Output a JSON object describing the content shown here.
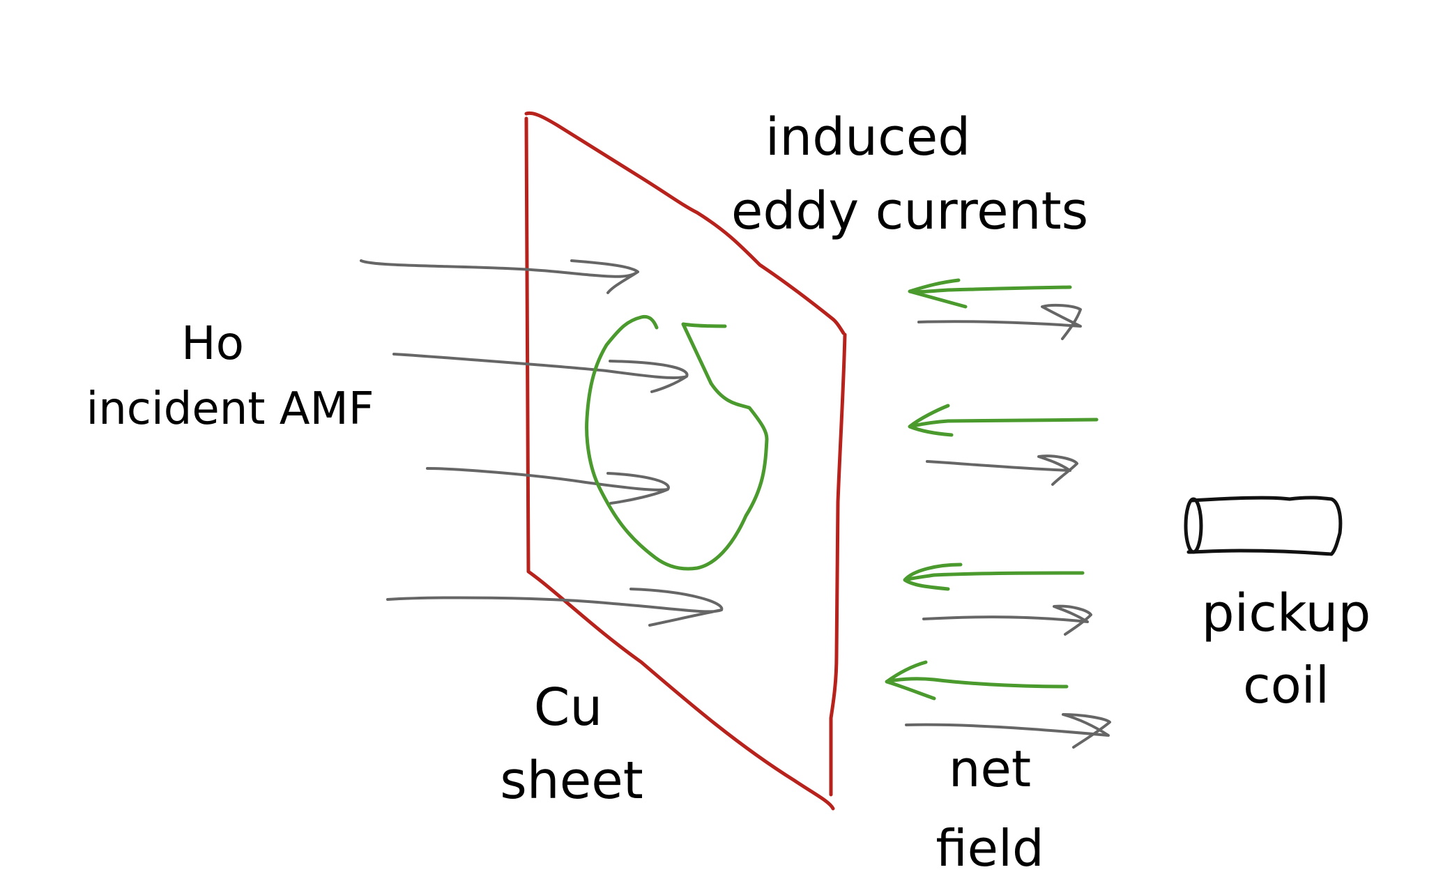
{
  "labels": {
    "incident_line1": "Ho",
    "incident_line2": "incident AMF",
    "eddy_line1": "induced",
    "eddy_line2": "eddy currents",
    "sheet_line1": "Cu",
    "sheet_line2": "sheet",
    "net_line1": "net",
    "net_line2": "field",
    "coil_line1": "pickup",
    "coil_line2": "coil"
  },
  "colors": {
    "incident": "#666666",
    "eddy": "#4a9a2e",
    "sheet": "#b8221c",
    "coil": "#111111",
    "background": "#ffffff"
  }
}
